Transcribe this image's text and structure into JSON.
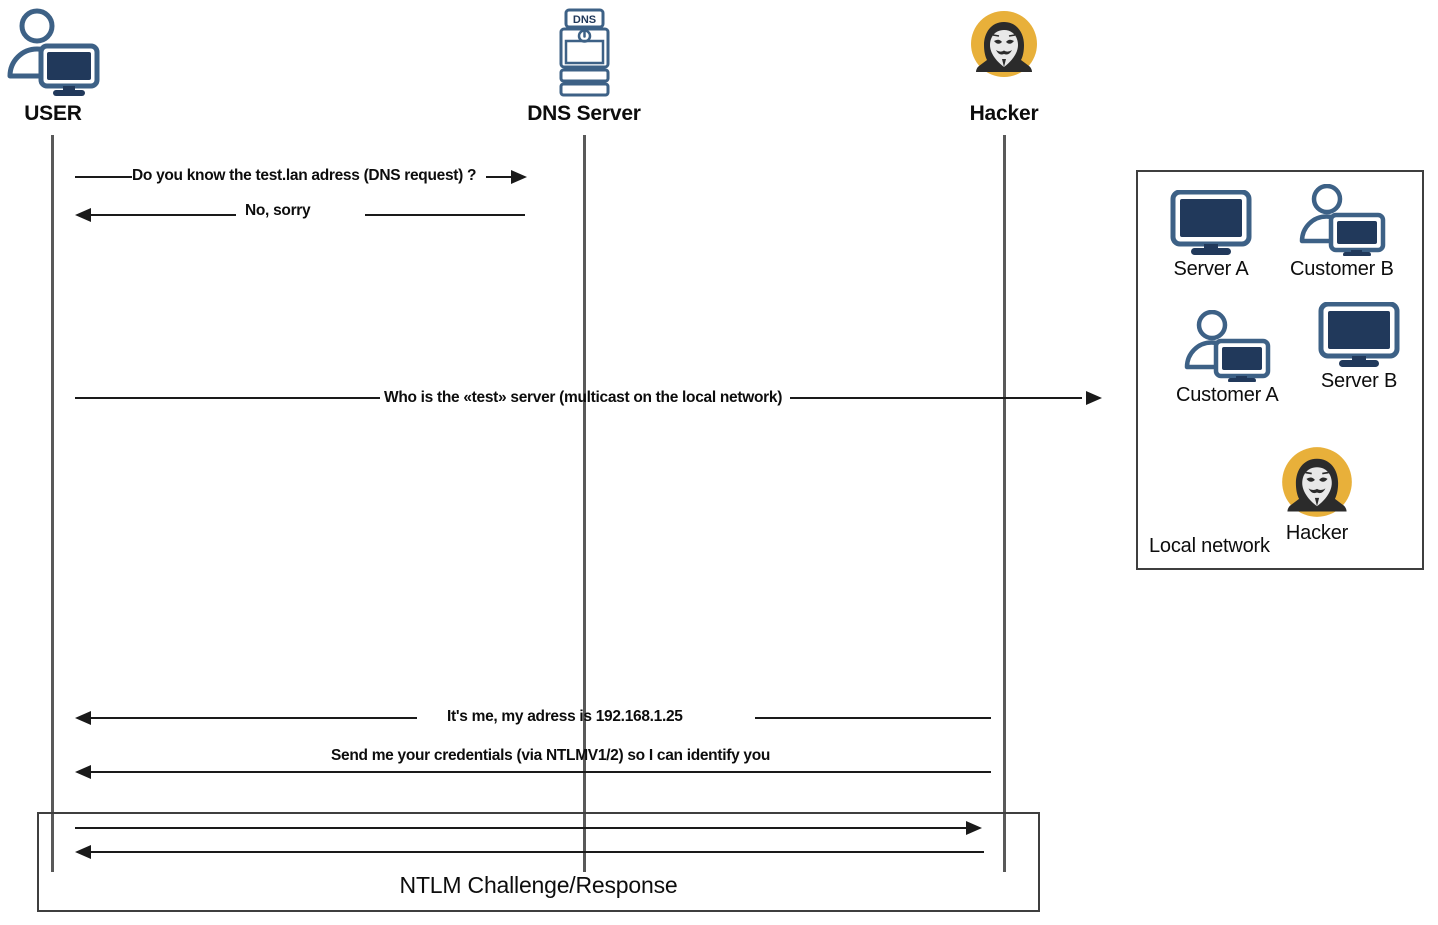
{
  "diagram": {
    "type": "sequence-diagram",
    "title": "LLMNR/NBT-NS poisoning attack sequence",
    "colors": {
      "icon_navy": "#21395B",
      "icon_steel": "#3D6186",
      "hacker_amber": "#E8B03A",
      "hacker_dark": "#2B2B2B",
      "line": "#1a1a1a",
      "lifeline": "#595959",
      "frame": "#3f3f3f"
    }
  },
  "actors": [
    {
      "id": "user",
      "label": "USER",
      "icon": "person-computer-icon"
    },
    {
      "id": "dns",
      "label": "DNS Server",
      "icon": "dns-server-icon",
      "badge": "DNS"
    },
    {
      "id": "hacker",
      "label": "Hacker",
      "icon": "hacker-icon"
    }
  ],
  "messages": [
    {
      "id": "m1",
      "text": "Do you know the test.lan adress (DNS request) ?",
      "from": "user",
      "to": "dns",
      "direction": "right"
    },
    {
      "id": "m2",
      "text": "No, sorry",
      "from": "dns",
      "to": "user",
      "direction": "left"
    },
    {
      "id": "m3",
      "text": "Who is the «test» server (multicast on the local network)",
      "from": "user",
      "to": "network",
      "direction": "right"
    },
    {
      "id": "m4",
      "text": "It's me, my adress is 192.168.1.25",
      "from": "hacker",
      "to": "user",
      "direction": "left"
    },
    {
      "id": "m5",
      "text": "Send me your credentials (via NTLMV1/2) so I can identify you",
      "from": "hacker",
      "to": "user",
      "direction": "left"
    }
  ],
  "ntlm_block": {
    "caption": "NTLM Challenge/Response",
    "arrows": [
      {
        "id": "ntlm-a1",
        "direction": "right"
      },
      {
        "id": "ntlm-a2",
        "direction": "left"
      }
    ]
  },
  "local_network": {
    "caption": "Local network",
    "nodes": [
      {
        "id": "server-a",
        "label": "Server A",
        "icon": "monitor-icon"
      },
      {
        "id": "customer-b",
        "label": "Customer B",
        "icon": "person-computer-icon"
      },
      {
        "id": "customer-a",
        "label": "Customer A",
        "icon": "person-computer-icon"
      },
      {
        "id": "server-b",
        "label": "Server B",
        "icon": "monitor-icon"
      },
      {
        "id": "hacker-net",
        "label": "Hacker",
        "icon": "hacker-icon"
      }
    ]
  }
}
